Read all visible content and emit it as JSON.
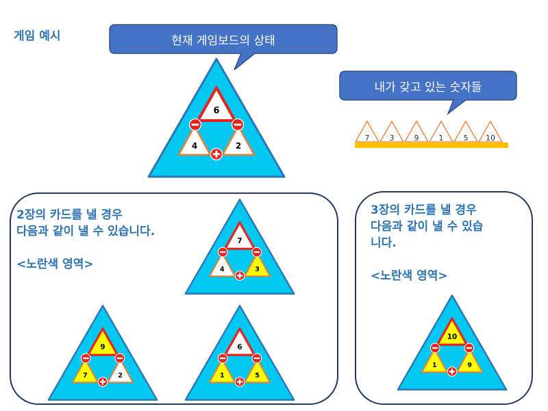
{
  "page_title": "게임 예시",
  "callouts": {
    "board": "현재 게임보드의 상태",
    "numbers": "내가 갖고 있는 숫자들"
  },
  "my_numbers": [
    "7",
    "3",
    "9",
    "1",
    "5",
    "10"
  ],
  "main_board": {
    "top": "6",
    "left": "4",
    "right": "2"
  },
  "panel_two_cards": {
    "line1": "2장의 카드를 낼 경우",
    "line2": "다음과 같이 낼 수 있습니다.",
    "region": "<노란색 영역>",
    "examples": [
      {
        "top": "7",
        "left": "4",
        "right": "3",
        "yellow": [
          "right"
        ]
      },
      {
        "top": "9",
        "left": "7",
        "right": "2",
        "yellow": [
          "top",
          "left"
        ]
      },
      {
        "top": "6",
        "left": "1",
        "right": "5",
        "yellow": [
          "left",
          "right"
        ]
      }
    ]
  },
  "panel_three_cards": {
    "line1": "3장의 카드를 낼 경우",
    "line2": "다음과 같이 낼 수 있습",
    "line3": "니다.",
    "region": "<노란색 영역>",
    "example": {
      "top": "10",
      "left": "1",
      "right": "9",
      "yellow": [
        "top",
        "left",
        "right"
      ]
    }
  },
  "colors": {
    "board_fill": "#00c8f0",
    "board_stroke": "#2e75b6",
    "card_white": "#ffffff",
    "card_yellow": "#ffff00",
    "top_card_stroke": "#e8231c",
    "side_card_stroke": "#ed7d31",
    "minus": "#e8231c",
    "callout": "#4472c4",
    "strip": "#ffc000"
  }
}
